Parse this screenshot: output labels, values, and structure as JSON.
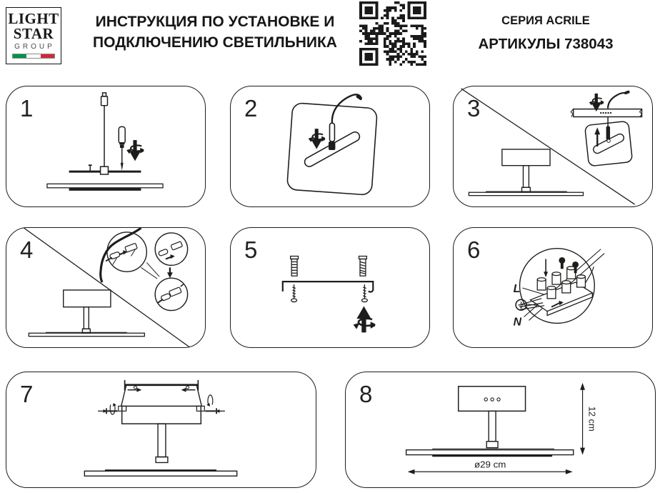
{
  "header": {
    "logo": {
      "word1": "LIGHT",
      "word2": "STAR",
      "word3": "GROUP"
    },
    "title": {
      "line1": "ИНСТРУКЦИЯ ПО УСТАНОВКЕ И",
      "line2": "ПОДКЛЮЧЕНИЮ СВЕТИЛЬНИКА"
    },
    "series": "СЕРИЯ ACRILE",
    "articles": "АРТИКУЛЫ 738043"
  },
  "colors": {
    "ink": "#1d1d1b",
    "flag_green": "#009246",
    "flag_white": "#ffffff",
    "flag_red": "#ce2b37"
  },
  "steps": [
    {
      "number": "1"
    },
    {
      "number": "2"
    },
    {
      "number": "3"
    },
    {
      "number": "4"
    },
    {
      "number": "5"
    },
    {
      "number": "6",
      "labels": {
        "live": "L",
        "neutral": "N"
      }
    },
    {
      "number": "7"
    },
    {
      "number": "8",
      "dimensions": {
        "height": "12 cm",
        "diameter": "ø29 cm"
      }
    }
  ]
}
